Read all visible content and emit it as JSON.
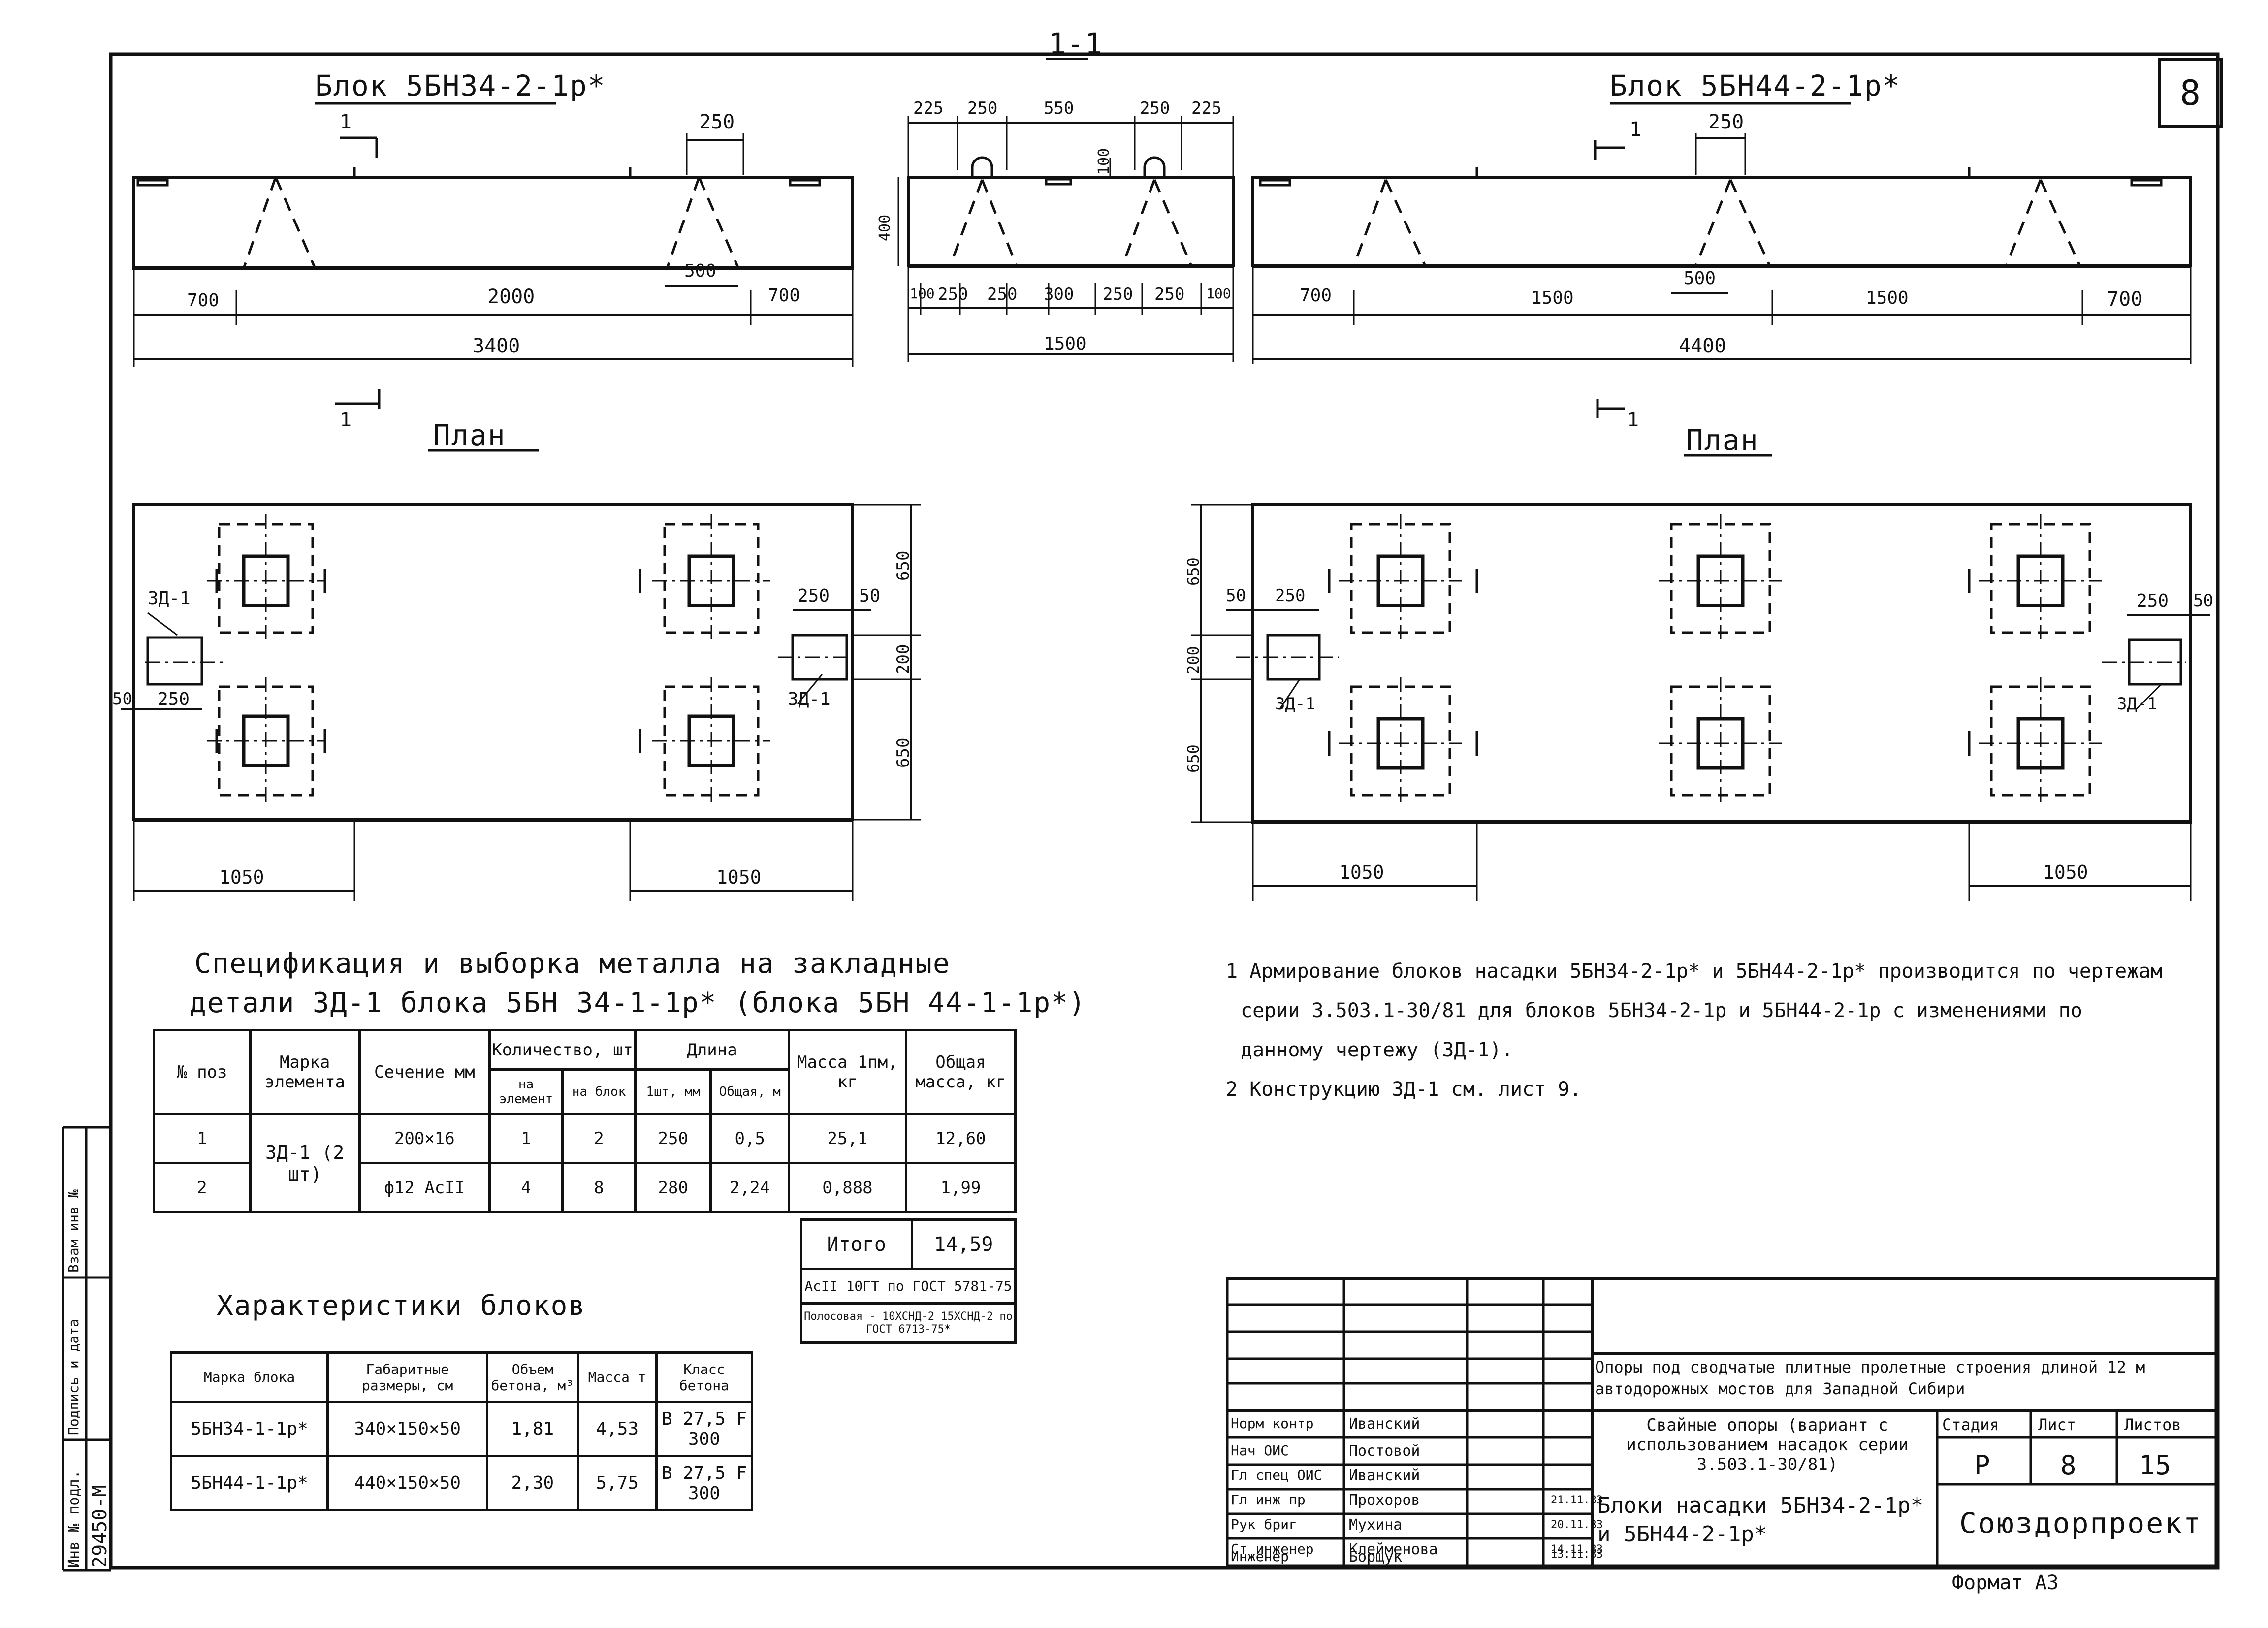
{
  "sheet_number": "8",
  "elevations": {
    "left_title": "Блок 5БН34-2-1р*",
    "section_title": "1-1",
    "right_title": "Блок 5БН44-2-1р*",
    "section_mark": "1",
    "left_dims": {
      "top_250": "250",
      "bottom_500": "500",
      "d700a": "700",
      "d2000": "2000",
      "d700b": "700",
      "total": "3400"
    },
    "section_dims": {
      "top": [
        "225",
        "250",
        "550",
        "250",
        "225"
      ],
      "h100": "100",
      "h400": "400",
      "bottom": [
        "100",
        "250",
        "250",
        "300",
        "250",
        "250",
        "100"
      ],
      "total": "1500"
    },
    "right_dims": {
      "top_250": "250",
      "bottom_500": "500",
      "d700a": "700",
      "d1500a": "1500",
      "d1500b": "1500",
      "d700b": "700",
      "total": "4400"
    }
  },
  "plans": {
    "plan_label": "План",
    "left": {
      "tag_left": "ЗД-1",
      "tag_right": "ЗД-1",
      "d250a": "250",
      "d50a": "50",
      "d250b": "250",
      "d50b": "50",
      "d650a": "650",
      "d200": "200",
      "d650b": "650",
      "d1050a": "1050",
      "d1050b": "1050"
    },
    "right": {
      "tag_left": "ЗД-1",
      "tag_right": "ЗД-1",
      "d50": "50",
      "d250a": "250",
      "d250b": "250",
      "d50b": "50",
      "d650a": "650",
      "d200": "200",
      "d650b": "650",
      "d1050a": "1050",
      "d1050b": "1050"
    }
  },
  "spec": {
    "title_line1": "Спецификация и выборка металла на закладные",
    "title_line2": "детали ЗД-1 блока 5БН 34-1-1р* (блока 5БН 44-1-1р*)",
    "headers": {
      "pos": "№ поз",
      "mark": "Марка элемента",
      "section": "Сечение мм",
      "qty": "Количество, шт",
      "qty_elem": "на элемент",
      "qty_block": "на блок",
      "length": "Длина",
      "len_1": "1шт, мм",
      "len_total": "Общая, м",
      "mass": "Масса 1пм, кг",
      "total_mass": "Общая масса, кг"
    },
    "mark_value": "ЗД-1 (2 шт)",
    "rows": [
      {
        "pos": "1",
        "section": "200×16",
        "qty_elem": "1",
        "qty_block": "2",
        "len_1": "250",
        "len_total": "0,5",
        "mass": "25,1",
        "total_mass": "12,60"
      },
      {
        "pos": "2",
        "section": "ф12 АсII",
        "qty_elem": "4",
        "qty_block": "8",
        "len_1": "280",
        "len_total": "2,24",
        "mass": "0,888",
        "total_mass": "1,99"
      }
    ],
    "total_label": "Итого",
    "total_value": "14,59",
    "note1": "АсII 10ГТ по ГОСТ 5781-75",
    "note2": "Полосовая - 10ХСНД-2 15ХСНД-2 по ГОСТ 6713-75*"
  },
  "blocks": {
    "title": "Характеристики блоков",
    "headers": {
      "mark": "Марка блока",
      "dims": "Габаритные размеры, см",
      "volume": "Объем бетона, м³",
      "mass": "Масса т",
      "class": "Класс бетона"
    },
    "rows": [
      {
        "mark": "5БН34-1-1р*",
        "dims": "340×150×50",
        "volume": "1,81",
        "mass": "4,53",
        "class": "В 27,5 F 300"
      },
      {
        "mark": "5БН44-1-1р*",
        "dims": "440×150×50",
        "volume": "2,30",
        "mass": "5,75",
        "class": "В 27,5 F 300"
      }
    ]
  },
  "notes": [
    "1  Армирование блоков насадки 5БН34-2-1р* и 5БН44-2-1р* производится по чертежам",
    "серии 3.503.1-30/81 для блоков 5БН34-2-1р и 5БН44-2-1р с изменениями по",
    "данному чертежу (ЗД-1).",
    "2  Конструкцию ЗД-1 см. лист 9."
  ],
  "stamp": {
    "project": "Опоры под сводчатые плитные пролетные строения длиной 12 м автодорожных мостов для Западной Сибири",
    "part": "Свайные опоры (вариант с использованием насадок серии 3.503.1-30/81)",
    "drawing": "Блоки насадки 5БН34-2-1р* и 5БН44-2-1р*",
    "stage_label": "Стадия",
    "sheet_label": "Лист",
    "sheets_label": "Листов",
    "stage": "Р",
    "sheet": "8",
    "sheets": "15",
    "org": "Союздорпроект",
    "people": [
      {
        "role": "Норм контр",
        "name": "Иванский",
        "date": ""
      },
      {
        "role": "Нач ОИС",
        "name": "Постовой",
        "date": ""
      },
      {
        "role": "Гл спец ОИС",
        "name": "Иванский",
        "date": ""
      },
      {
        "role": "Гл инж пр",
        "name": "Прохоров",
        "date": "21.11.83"
      },
      {
        "role": "Рук бриг",
        "name": "Мухина",
        "date": "20.11.83"
      },
      {
        "role": "Ст инженер",
        "name": "Клейменова",
        "date": "14.11.83"
      },
      {
        "role": "Инженер",
        "name": "Борщук",
        "date": "13.11.83"
      }
    ],
    "format": "Формат А3"
  },
  "side": {
    "inv": "Инв № подл.",
    "inv_num": "29450-М",
    "sign": "Подпись и дата",
    "swap": "Взам инв №"
  }
}
